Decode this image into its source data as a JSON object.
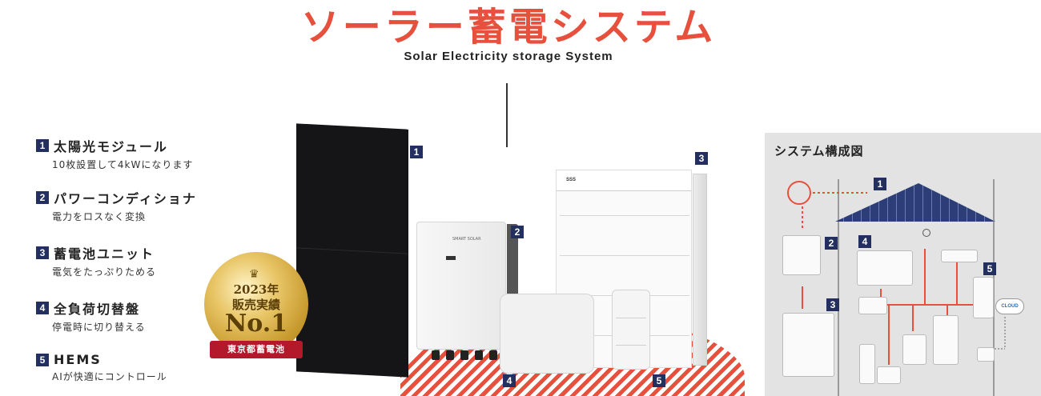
{
  "header": {
    "title": "ソーラー蓄電システム",
    "subtitle": "Solar Electricity storage System"
  },
  "features": [
    {
      "num": "1",
      "title": "太陽光モジュール",
      "desc": "10枚設置して4kWになります"
    },
    {
      "num": "2",
      "title": "パワーコンディショナ",
      "desc": "電力をロスなく変換"
    },
    {
      "num": "3",
      "title": "蓄電池ユニット",
      "desc": "電気をたっぷりためる"
    },
    {
      "num": "4",
      "title": "全負荷切替盤",
      "desc": "停電時に切り替える"
    },
    {
      "num": "5",
      "title": "HEMS",
      "desc": "AIが快適にコントロール"
    }
  ],
  "badge": {
    "year": "2023年",
    "award": "販売実績",
    "rank": "No.1",
    "ribbon": "東京都蓄電池"
  },
  "products": {
    "tags": [
      "1",
      "2",
      "3",
      "4",
      "5"
    ],
    "battery_label": "SSS"
  },
  "diagram": {
    "title": "システム構成図",
    "tags": [
      "1",
      "2",
      "3",
      "4",
      "5"
    ],
    "cloud_label": "CLOUD"
  },
  "colors": {
    "accent": "#e6503c",
    "tag_navy": "#23305f",
    "ribbon_red": "#b3192a",
    "diagram_bg": "#e3e3e3"
  }
}
